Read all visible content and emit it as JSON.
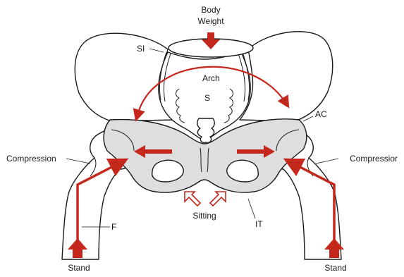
{
  "labels": {
    "body_weight_line1": "Body",
    "body_weight_line2": "Weight",
    "si": "SI",
    "arch": "Arch",
    "s": "S",
    "ac": "AC",
    "compression_left": "Compression",
    "compression_right": "Compressior",
    "f": "F",
    "sitting": "Sitting",
    "it": "IT",
    "stand_left": "Stand",
    "stand_right": "Stand"
  },
  "colors": {
    "force_arrow": "#c4281c",
    "bone_outline": "#1a1a1a",
    "pelvis_fill": "#dedede"
  }
}
